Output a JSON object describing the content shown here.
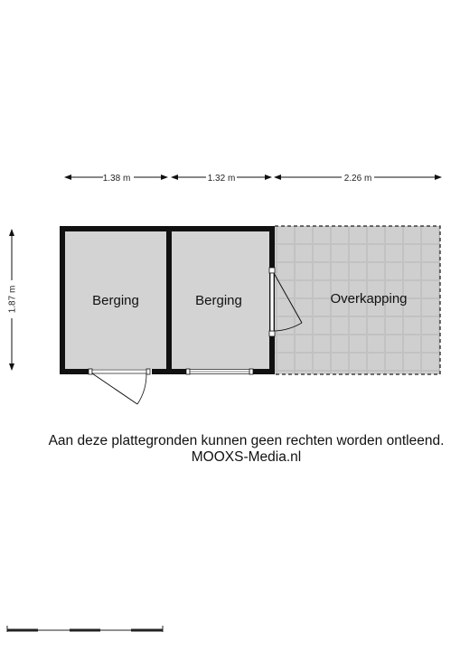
{
  "dimensions": {
    "width_1": "1.38 m",
    "width_2": "1.32 m",
    "width_3": "2.26 m",
    "height": "1.87 m"
  },
  "rooms": {
    "room_1": "Berging",
    "room_2": "Berging",
    "room_3": "Overkapping"
  },
  "disclaimer": {
    "line1": "Aan deze plattegronden kunnen geen rechten worden ontleend.",
    "line2": "MOOXS-Media.nl"
  },
  "colors": {
    "room_fill": "#d3d3d3",
    "canopy_fill": "#c8c8c8",
    "wall": "#111111"
  }
}
